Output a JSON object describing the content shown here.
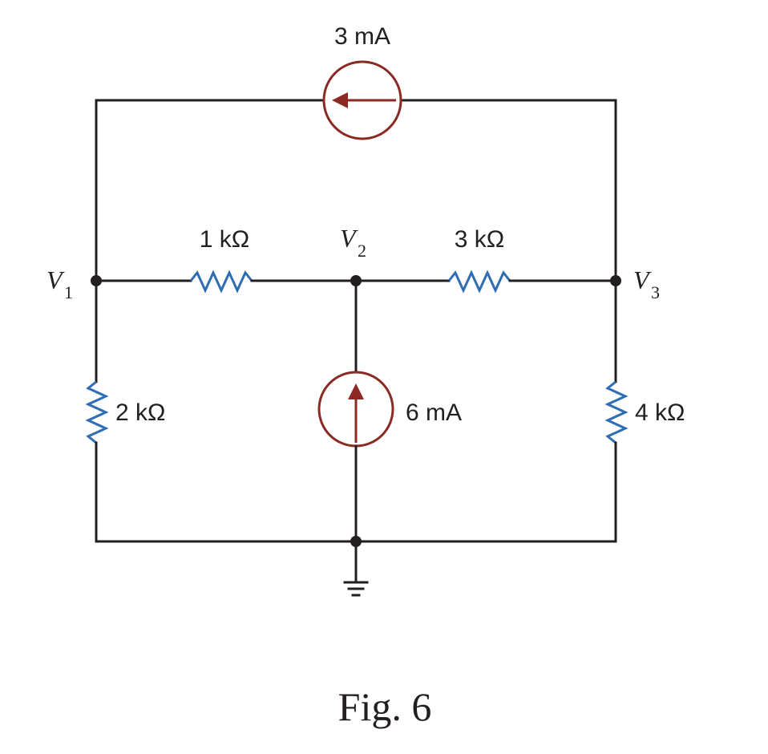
{
  "circuit": {
    "top_source": {
      "label": "3 mA",
      "direction": "left"
    },
    "middle_source": {
      "label": "6 mA",
      "direction": "up"
    },
    "resistors": {
      "r12": {
        "label": "1 kΩ"
      },
      "r23": {
        "label": "3 kΩ"
      },
      "r1g": {
        "label": "2 kΩ"
      },
      "r3g": {
        "label": "4 kΩ"
      }
    },
    "nodes": {
      "v1": {
        "symbol": "V",
        "sub": "1"
      },
      "v2": {
        "symbol": "V",
        "sub": "2"
      },
      "v3": {
        "symbol": "V",
        "sub": "3"
      }
    }
  },
  "caption": "Fig. 6",
  "colors": {
    "wire": "#231f20",
    "resistor": "#2e6db4",
    "source": "#8b2a24"
  }
}
